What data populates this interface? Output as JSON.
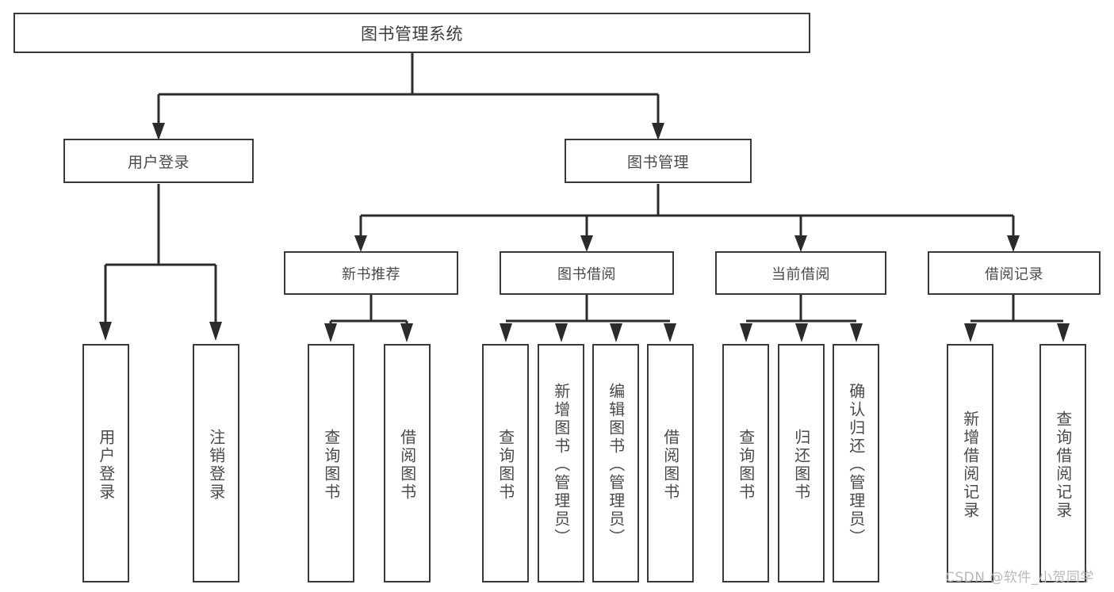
{
  "diagram": {
    "title": "图书管理系统",
    "watermark": "CSDN @软件_小贺同学",
    "root": {
      "label": "图书管理系统"
    },
    "level1": [
      {
        "id": "user-login",
        "label": "用户登录"
      },
      {
        "id": "book-management",
        "label": "图书管理"
      }
    ],
    "level2": [
      {
        "id": "new-book-recommend",
        "label": "新书推荐"
      },
      {
        "id": "book-borrow",
        "label": "图书借阅"
      },
      {
        "id": "current-borrow",
        "label": "当前借阅"
      },
      {
        "id": "borrow-record",
        "label": "借阅记录"
      }
    ],
    "leaves": {
      "user_login": [
        {
          "id": "leaf-user-login",
          "label": "用户登录"
        },
        {
          "id": "leaf-logout-login",
          "label": "注销登录"
        }
      ],
      "new_book_recommend": [
        {
          "id": "leaf-query-book-1",
          "label": "查询图书"
        },
        {
          "id": "leaf-borrow-book-1",
          "label": "借阅图书"
        }
      ],
      "book_borrow": [
        {
          "id": "leaf-query-book-2",
          "label": "查询图书"
        },
        {
          "id": "leaf-add-book-admin",
          "label": "新增图书（管理员）"
        },
        {
          "id": "leaf-edit-book-admin",
          "label": "编辑图书（管理员）"
        },
        {
          "id": "leaf-borrow-book-2",
          "label": "借阅图书"
        }
      ],
      "current_borrow": [
        {
          "id": "leaf-query-book-3",
          "label": "查询图书"
        },
        {
          "id": "leaf-return-book",
          "label": "归还图书"
        },
        {
          "id": "leaf-confirm-return-admin",
          "label": "确认归还（管理员）"
        }
      ],
      "borrow_record": [
        {
          "id": "leaf-add-borrow-record",
          "label": "新增借阅记录"
        },
        {
          "id": "leaf-query-borrow-record",
          "label": "查询借阅记录"
        }
      ]
    },
    "colors": {
      "box_border": "#3a3a3a",
      "connector": "#2b2b2b",
      "text": "#4a4a4a",
      "background": "#ffffff",
      "watermark": "#b9b9b9"
    }
  }
}
